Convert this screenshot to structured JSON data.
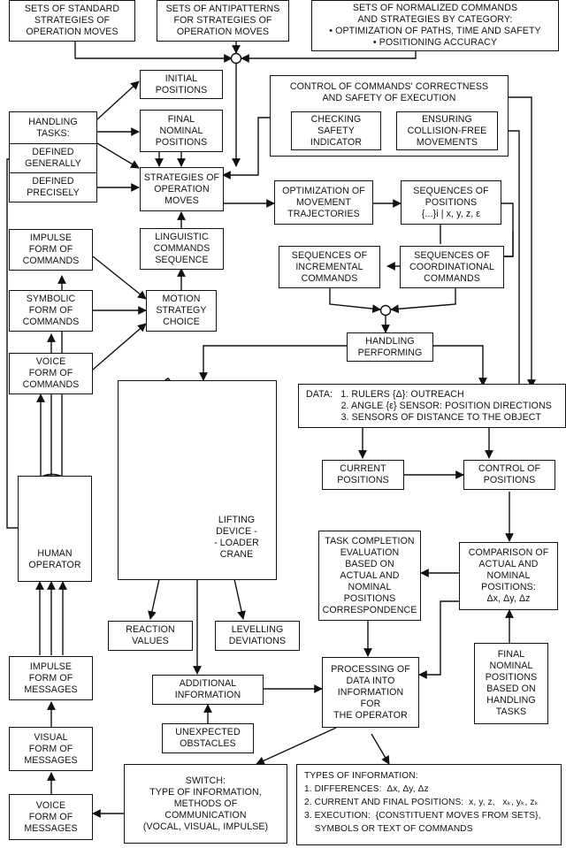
{
  "boxes": {
    "sets_standard": "SETS OF STANDARD\nSTRATEGIES OF\nOPERATION MOVES",
    "sets_antipatterns": "SETS OF ANTIPATTERNS\nFOR STRATEGIES OF\nOPERATION MOVES",
    "sets_normalized": "SETS OF NORMALIZED COMMANDS\nAND STRATEGIES BY CATEGORY:\n• OPTIMIZATION OF PATHS, TIME AND SAFETY\n• POSITIONING ACCURACY",
    "initial_positions": "INITIAL\nPOSITIONS",
    "final_nominal_positions": "FINAL\nNOMINAL\nPOSITIONS",
    "handling_tasks": "HANDLING\nTASKS:",
    "defined_generally": "DEFINED\nGENERALLY",
    "defined_precisely": "DEFINED\nPRECISELY",
    "strategies_of_operation_moves": "STRATEGIES OF\nOPERATION\nMOVES",
    "control_title": "CONTROL OF COMMANDS' CORRECTNESS\nAND SAFETY OF EXECUTION",
    "checking_safety": "CHECKING\nSAFETY\nINDICATOR",
    "ensuring_collision": "ENSURING\nCOLLISION-FREE\nMOVEMENTS",
    "optimization_trajectories": "OPTIMIZATION OF\nMOVEMENT\nTRAJECTORIES",
    "sequences_positions": "SEQUENCES OF\nPOSITIONS\n{...}i | x, y, z, ε",
    "impulse_commands": "IMPULSE\nFORM OF\nCOMMANDS",
    "linguistic_sequence": "LINGUISTIC\nCOMMANDS\nSEQUENCE",
    "sequences_incremental": "SEQUENCES OF\nINCREMENTAL\nCOMMANDS",
    "sequences_coordinational": "SEQUENCES OF\nCOORDINATIONAL\nCOMMANDS",
    "symbolic_commands": "SYMBOLIC\nFORM OF\nCOMMANDS",
    "motion_strategy": "MOTION\nSTRATEGY\nCHOICE",
    "handling_performing": "HANDLING\nPERFORMING",
    "voice_commands": "VOICE\nFORM OF\nCOMMANDS",
    "data_box": "DATA:   1. RULERS {Δ}: OUTREACH\n             2. ANGLE {ε} SENSOR: POSITION DIRECTIONS\n             3. SENSORS OF DISTANCE TO THE OBJECT",
    "lifting_device": "LIFTING\nDEVICE -\n- LOADER\nCRANE",
    "current_positions": "CURRENT\nPOSITIONS",
    "control_of_positions": "CONTROL OF\nPOSITIONS",
    "human_operator": "HUMAN\nOPERATOR",
    "task_completion": "TASK COMPLETION\nEVALUATION\nBASED ON\nACTUAL AND\nNOMINAL\nPOSITIONS\nCORRESPONDENCE",
    "comparison": "COMPARISON OF\nACTUAL AND\nNOMINAL\nPOSITIONS:\nΔx, Δy, Δz",
    "reaction_values": "REACTION\nVALUES",
    "levelling_deviations": "LEVELLING\nDEVIATIONS",
    "impulse_messages": "IMPULSE\nFORM OF\nMESSAGES",
    "additional_information": "ADDITIONAL\nINFORMATION",
    "processing": "PROCESSING OF\nDATA INTO\nINFORMATION\nFOR\nTHE OPERATOR",
    "final_nominal_based": "FINAL\nNOMINAL\nPOSITIONS\nBASED ON\nHANDLING\nTASKS",
    "visual_messages": "VISUAL\nFORM OF\nMESSAGES",
    "unexpected_obstacles": "UNEXPECTED\nOBSTACLES",
    "switch_box": "SWITCH:\nTYPE OF INFORMATION,\nMETHODS OF\nCOMMUNICATION\n(VOCAL, VISUAL, IMPULSE)",
    "types_of_information": "TYPES OF INFORMATION:\n1. DIFFERENCES:  Δx, Δy, Δz\n2. CURRENT AND FINAL POSITIONS:  x, y, z,   xₖ, yₖ, zₖ\n3. EXECUTION:  {CONSTITUENT MOVES FROM SETS},\n    SYMBOLS OR TEXT OF COMMANDS",
    "voice_messages": "VOICE\nFORM OF\nMESSAGES"
  }
}
